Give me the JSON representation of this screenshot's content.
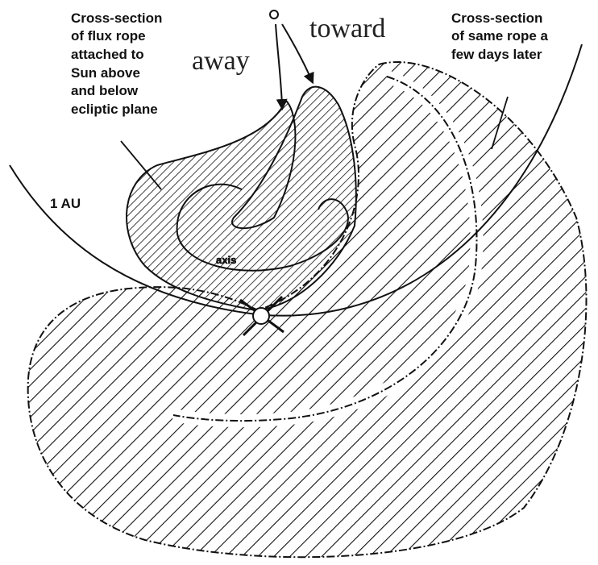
{
  "labels": {
    "left_note": [
      "Cross-section",
      "of flux rope",
      "attached to",
      "Sun above",
      "and below",
      "ecliptic plane"
    ],
    "right_note": [
      "Cross-section",
      "of same rope a",
      "few days later"
    ],
    "away": "away",
    "toward": "toward",
    "orbit": "1 AU",
    "axis": "axis",
    "sun_marker": "o"
  },
  "colors": {
    "ink": "#111111",
    "background": "#ffffff"
  }
}
